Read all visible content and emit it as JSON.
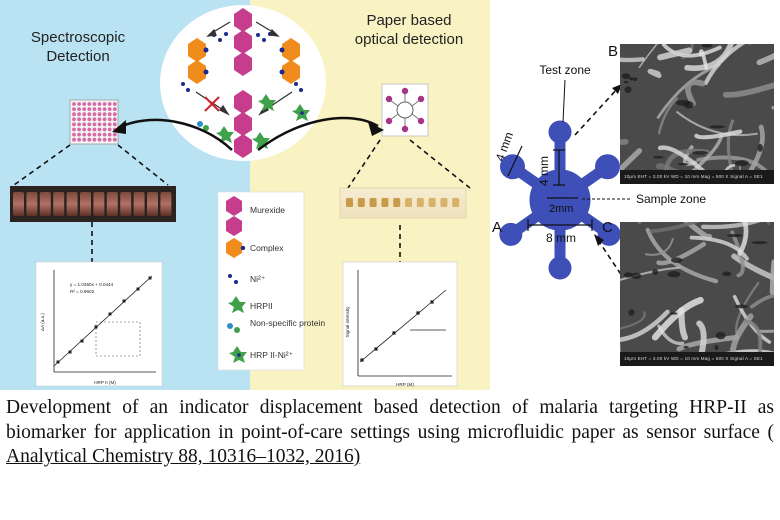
{
  "left_panel": {
    "spectroscopic_title_line1": "Spectroscopic",
    "spectroscopic_title_line2": "Detection",
    "paper_title_line1": "Paper based",
    "paper_title_line2": "optical detection",
    "legend": [
      {
        "icon": "murexide-icon",
        "label": "Murexide"
      },
      {
        "icon": "complex-icon",
        "label": "Complex"
      },
      {
        "icon": "nickel-ion-icon",
        "label": "Ni²⁺"
      },
      {
        "icon": "hrp2-icon",
        "label": "HRPII"
      },
      {
        "icon": "nonspecific-protein-icon",
        "label": "Non-specific protein"
      },
      {
        "icon": "hrp2-nickel-icon",
        "label": "HRP II-Ni²⁺"
      }
    ],
    "left_plot": {
      "equation_line1": "y = 1.0350x + 0.0444",
      "equation_line2": "R² = 0.9602",
      "xlabel": "HRP II (M)",
      "ylabel": "ΔA (a.u.)"
    },
    "right_plot": {
      "xlabel": "HRP (M)",
      "ylabel": "Signal intensity"
    }
  },
  "device": {
    "label_test_zone": "Test zone",
    "label_sample_zone": "Sample zone",
    "label_a": "A",
    "label_b": "B",
    "label_c": "C",
    "dim_4mm_diag": "4 mm",
    "dim_4mm_vert": "4 mm",
    "dim_2mm": "2mm",
    "dim_8mm": "8 mm",
    "device_color": "#3e4fb8"
  },
  "sem_images": {
    "top_meta": "10μm    EHT = 3.00 kV    WD = 10 mm    Mag = 500 X    Signal A = SE1",
    "bottom_meta": "10μm    EHT = 3.00 kV    WD = 10 mm    Mag = 500 X    Signal A = SE1"
  },
  "caption": {
    "text": "Development of an indicator displacement based detection of malaria targeting HRP-II as biomarker for application in point-of-care settings using microfluidic paper as sensor surface ( ",
    "reference": "Analytical Chemistry 88, 10316–1032, 2016)"
  },
  "colors": {
    "blue_bg": "#b9e3f3",
    "yellow_bg": "#f9f2c3",
    "murexide": "#c63d8e",
    "complex": "#f08c1c",
    "nickel": "#1c2a8c",
    "protein": "#3fa24a"
  }
}
